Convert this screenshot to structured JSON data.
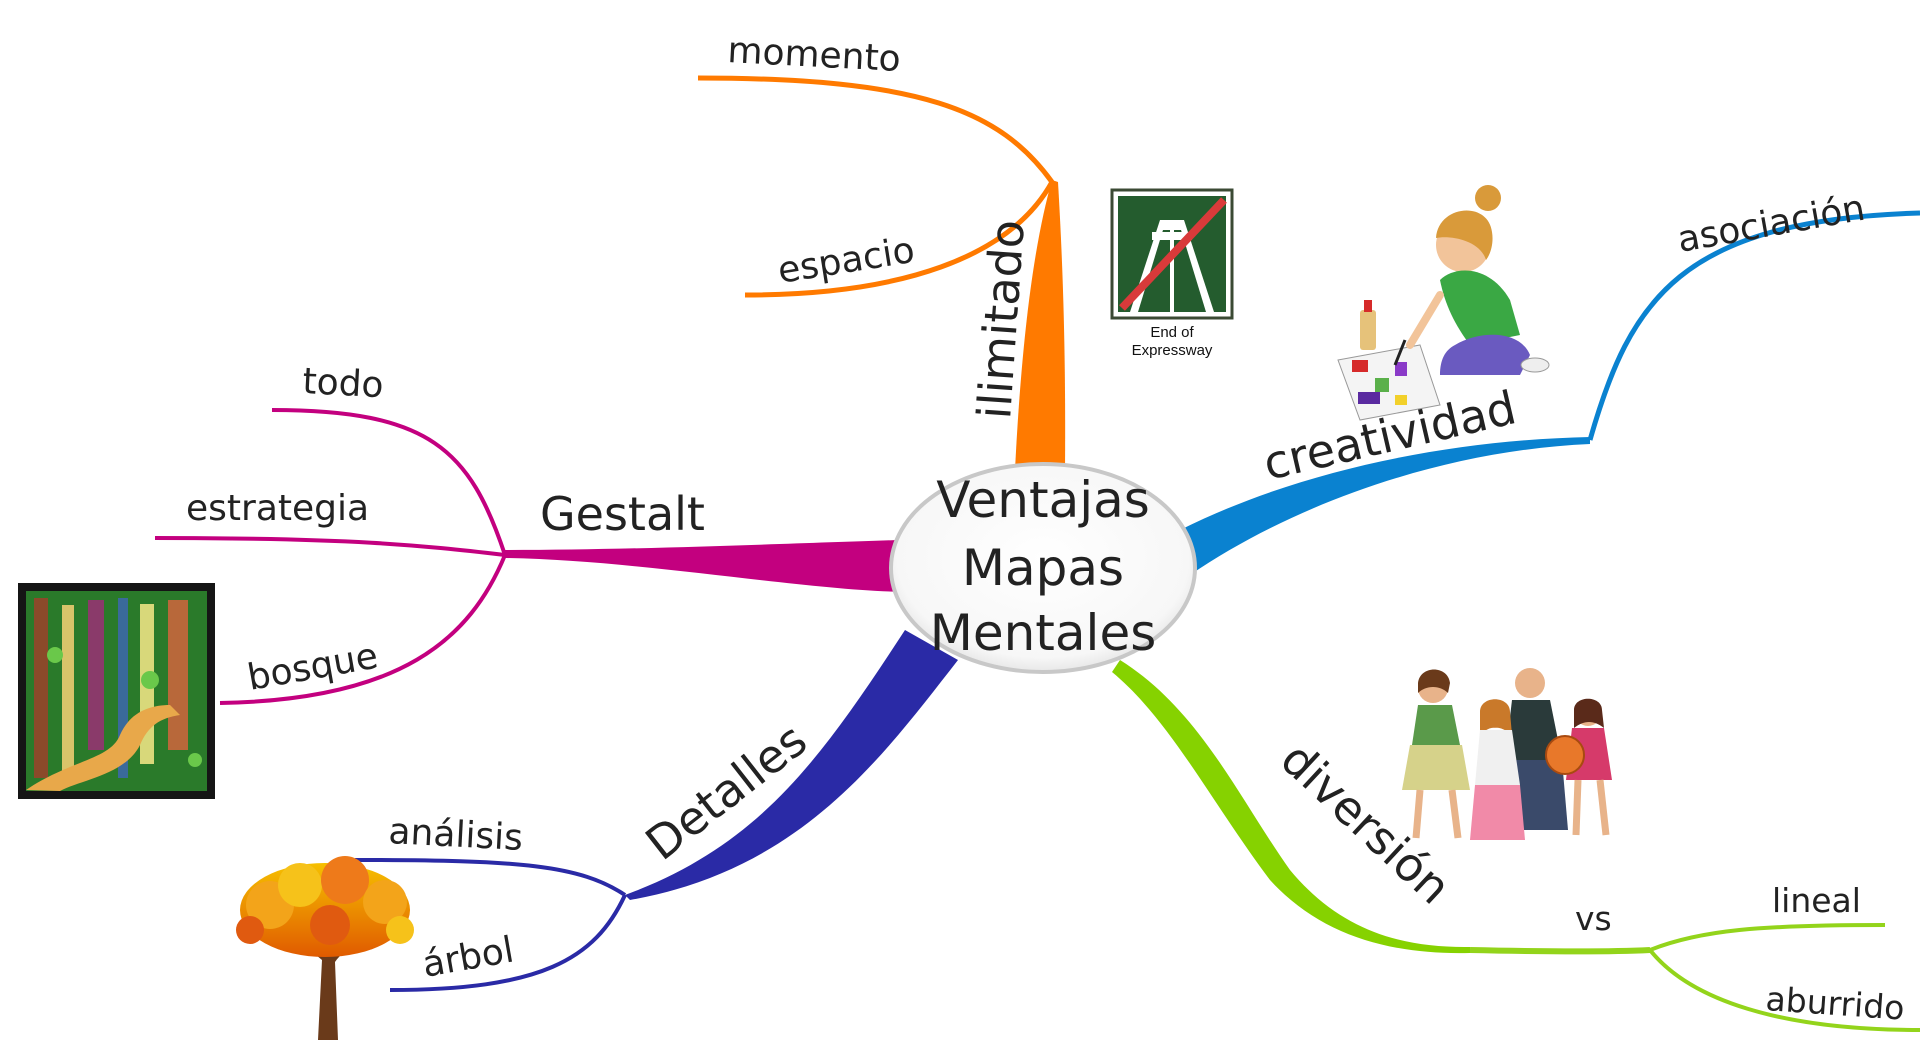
{
  "colors": {
    "orange": "#ff7a00",
    "blue": "#0a82d0",
    "magenta": "#c3007f",
    "navy": "#2a2aa6",
    "green": "#86d200",
    "light_green": "#93d41b"
  },
  "center": {
    "line1": "Ventajas",
    "line2": "Mapas",
    "line3": "Mentales"
  },
  "branches": {
    "ilimitado": {
      "label": "ilimitado",
      "children": [
        "momento",
        "espacio"
      ]
    },
    "creatividad": {
      "label": "creatividad",
      "children": [
        "asociación"
      ]
    },
    "gestalt": {
      "label": "Gestalt",
      "children": [
        "todo",
        "estrategia",
        "bosque"
      ]
    },
    "detalles": {
      "label": "Detalles",
      "children": [
        "análisis",
        "árbol"
      ]
    },
    "diversion": {
      "label": "diversión",
      "children": [
        "vs"
      ],
      "grandchildren": [
        "lineal",
        "aburrido"
      ]
    }
  },
  "images": {
    "sign": {
      "icon": "end-of-expressway-sign-icon",
      "line1": "End of",
      "line2": "Expressway"
    },
    "crafting_girl": {
      "icon": "crafting-girl-icon"
    },
    "family": {
      "icon": "family-playing-icon"
    },
    "forest": {
      "icon": "forest-path-icon"
    },
    "tree": {
      "icon": "autumn-tree-icon"
    }
  }
}
